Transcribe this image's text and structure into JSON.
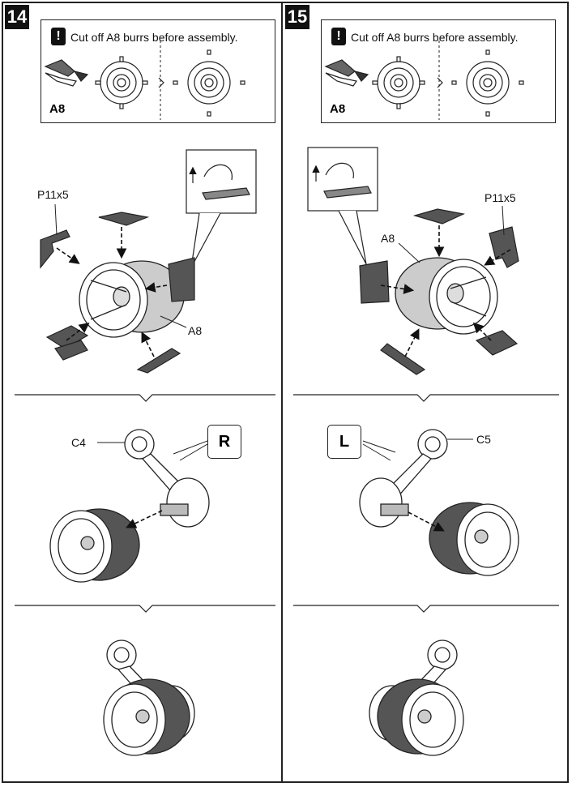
{
  "steps": [
    {
      "number": "14",
      "note": "Cut off A8 burrs before assembly.",
      "note_part": "A8",
      "label_p": "P11x5",
      "label_a8": "A8",
      "label_c": "C4",
      "side_tag": "R"
    },
    {
      "number": "15",
      "note": "Cut off A8 burrs before assembly.",
      "note_part": "A8",
      "label_p": "P11x5",
      "label_a8": "A8",
      "label_c": "C5",
      "side_tag": "L"
    }
  ],
  "icons": {
    "warning": "!"
  },
  "colors": {
    "line": "#222222",
    "part_dark": "#555555",
    "part_grey": "#bbbbbb"
  }
}
